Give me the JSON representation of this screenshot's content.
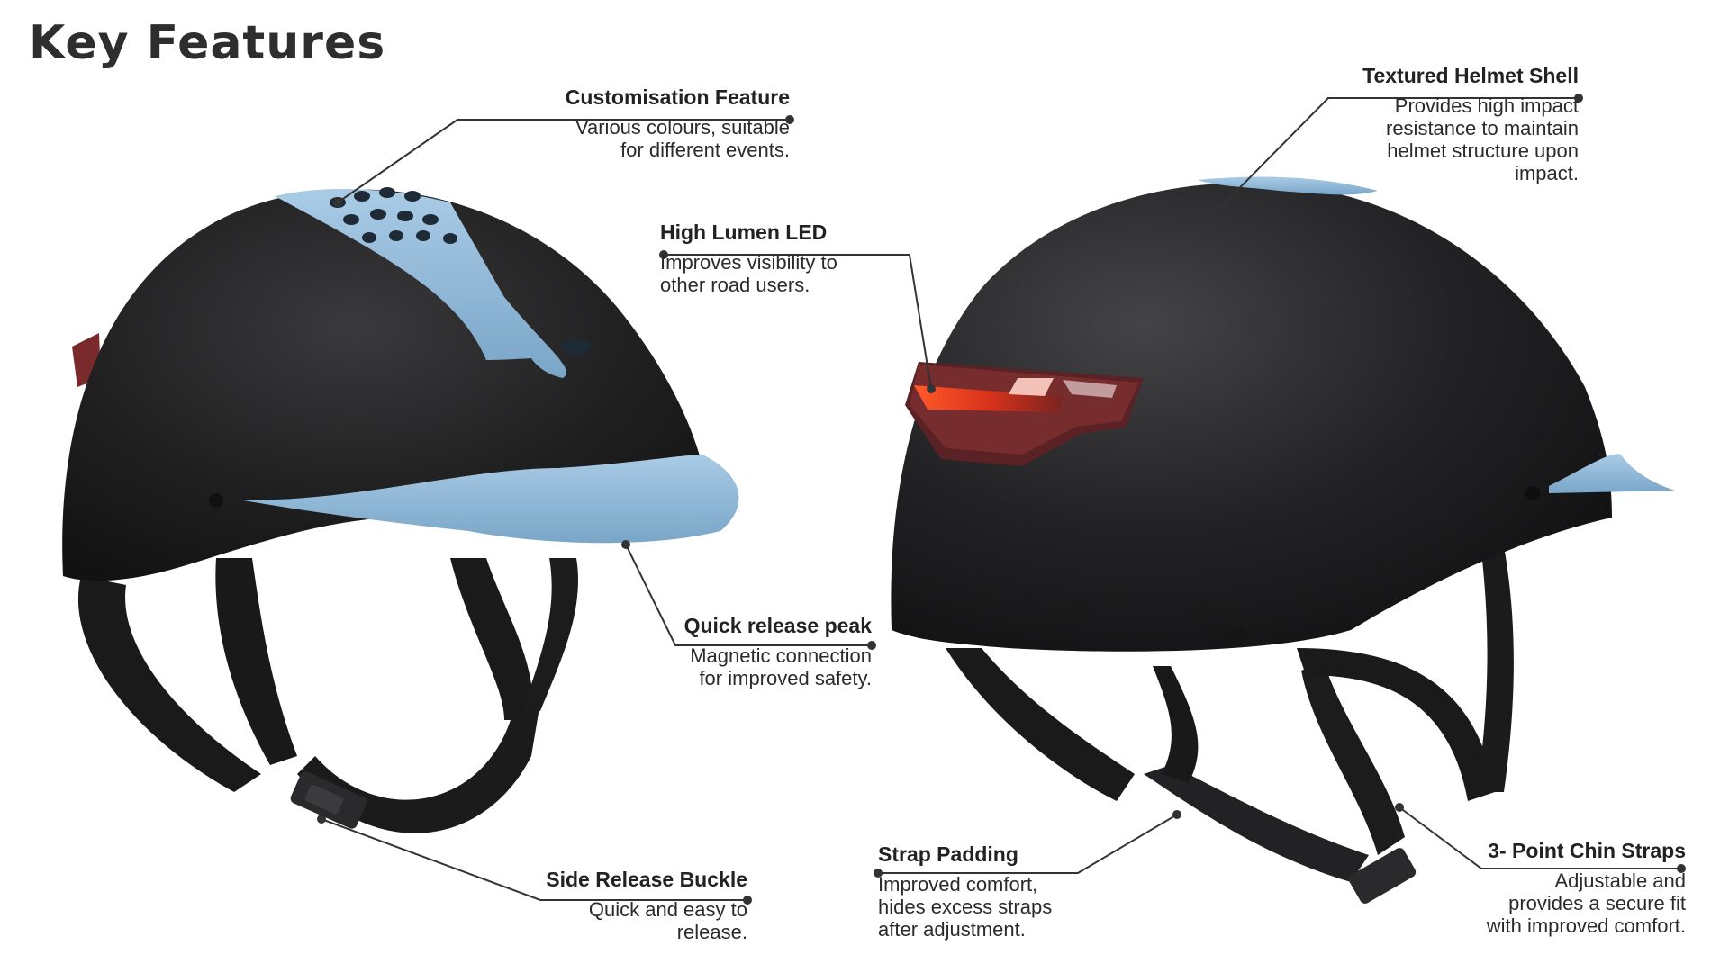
{
  "title": "Key Features",
  "colors": {
    "shell": "#1c1c1d",
    "accent_blue": "#8fb8d8",
    "led_red": "#e0341e",
    "leader_line": "#333333"
  },
  "callouts": {
    "customisation": {
      "title": "Customisation Feature",
      "desc": "Various colours, suitable\nfor different events."
    },
    "led": {
      "title": "High Lumen LED",
      "desc": "Improves visibility to\nother road users."
    },
    "shell": {
      "title": "Textured Helmet Shell",
      "desc": "Provides high impact\nresistance to maintain\nhelmet structure upon\nimpact."
    },
    "peak": {
      "title": "Quick release peak",
      "desc": "Magnetic connection\nfor improved safety."
    },
    "buckle": {
      "title": "Side Release Buckle",
      "desc": "Quick and easy to\nrelease."
    },
    "padding": {
      "title": "Strap Padding",
      "desc": "Improved comfort,\nhides excess straps\nafter adjustment."
    },
    "chin": {
      "title": "3- Point Chin Straps",
      "desc": "Adjustable and\nprovides a secure fit\nwith improved comfort."
    }
  }
}
